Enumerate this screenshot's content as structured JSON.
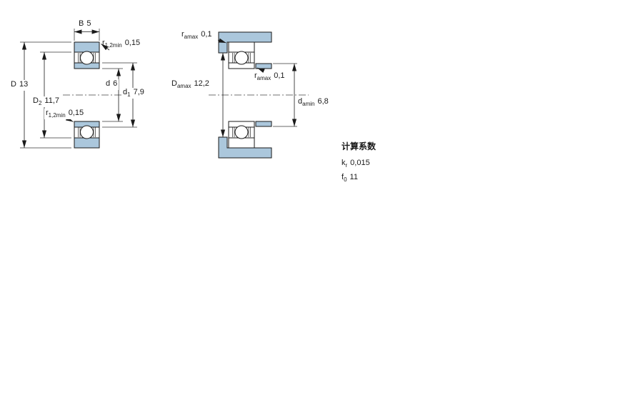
{
  "colors": {
    "shading": "#abc7dc",
    "line": "#1a1a1a"
  },
  "left_view": {
    "dims": {
      "B": {
        "sym": "B",
        "sub": "",
        "val": "5"
      },
      "r12_top": {
        "sym": "r",
        "sub": "1,2min",
        "val": "0,15"
      },
      "D": {
        "sym": "D",
        "sub": "",
        "val": "13"
      },
      "D2": {
        "sym": "D",
        "sub": "2",
        "val": "11,7"
      },
      "r12_bottom": {
        "sym": "r",
        "sub": "1,2min",
        "val": "0,15"
      },
      "d": {
        "sym": "d",
        "sub": "",
        "val": "6"
      },
      "d1": {
        "sym": "d",
        "sub": "1",
        "val": "7,9"
      }
    }
  },
  "right_view": {
    "dims": {
      "ra_top": {
        "sym": "r",
        "sub": "amax",
        "val": "0,1"
      },
      "ra_mid": {
        "sym": "r",
        "sub": "amax",
        "val": "0,1"
      },
      "Da": {
        "sym": "D",
        "sub": "amax",
        "val": "12,2"
      },
      "da": {
        "sym": "d",
        "sub": "amin",
        "val": "6,8"
      }
    }
  },
  "calculation_factors": {
    "title": "计算系数",
    "kr": {
      "sym": "k",
      "sub": "r",
      "val": "0,015"
    },
    "f0": {
      "sym": "f",
      "sub": "0",
      "val": "11"
    }
  }
}
